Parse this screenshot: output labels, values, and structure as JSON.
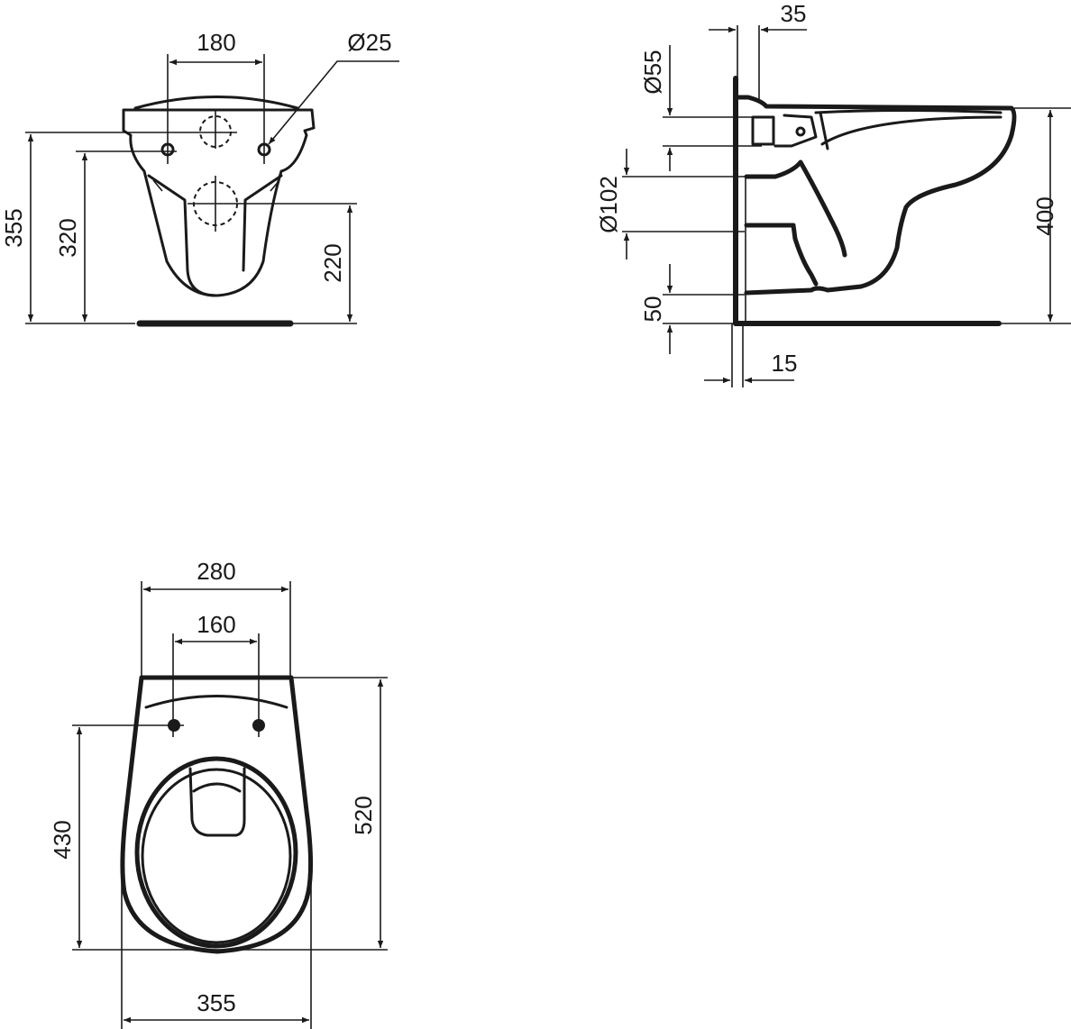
{
  "drawing": {
    "type": "technical-dimension-drawing",
    "subject": "wall-hung toilet",
    "units": "mm",
    "line_color": "#1a1a1a",
    "background": "#ffffff"
  },
  "front_view": {
    "dim_hole_spacing": "180",
    "dim_hole_diameter": "Ø25",
    "dim_top_hole_height": "355",
    "dim_fixing_height": "320",
    "dim_outlet_height": "220"
  },
  "side_view": {
    "dim_wall_offset_top": "35",
    "dim_inlet_diameter": "Ø55",
    "dim_outlet_diameter": "Ø102",
    "dim_bottom_offset": "50",
    "dim_wall_offset_bottom": "15",
    "dim_total_height": "400"
  },
  "top_view": {
    "dim_top_width": "280",
    "dim_seat_hole_spacing": "160",
    "dim_fixing_to_front": "430",
    "dim_total_length": "520",
    "dim_max_width": "355"
  }
}
